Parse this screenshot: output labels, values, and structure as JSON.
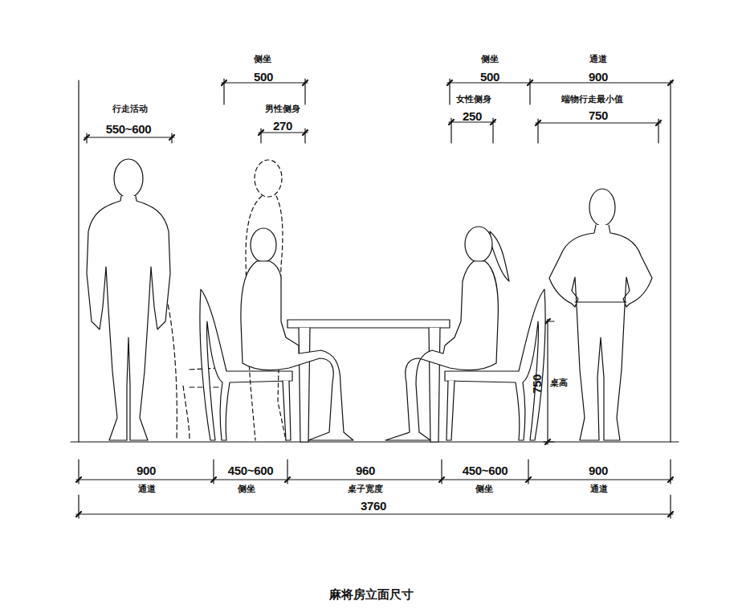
{
  "diagram": {
    "caption": "麻将房立面尺寸",
    "labels": [
      "侧坐",
      "500",
      "侧坐",
      "500",
      "通道",
      "900",
      "行走活动",
      "550~600",
      "男性侧身",
      "270",
      "女性侧身",
      "250",
      "端物行走最小值",
      "750",
      "750",
      "桌高",
      "900",
      "450~600",
      "960",
      "450~600",
      "900",
      "通道",
      "侧坐",
      "桌子宽度",
      "侧坐",
      "通道",
      "3760"
    ]
  }
}
